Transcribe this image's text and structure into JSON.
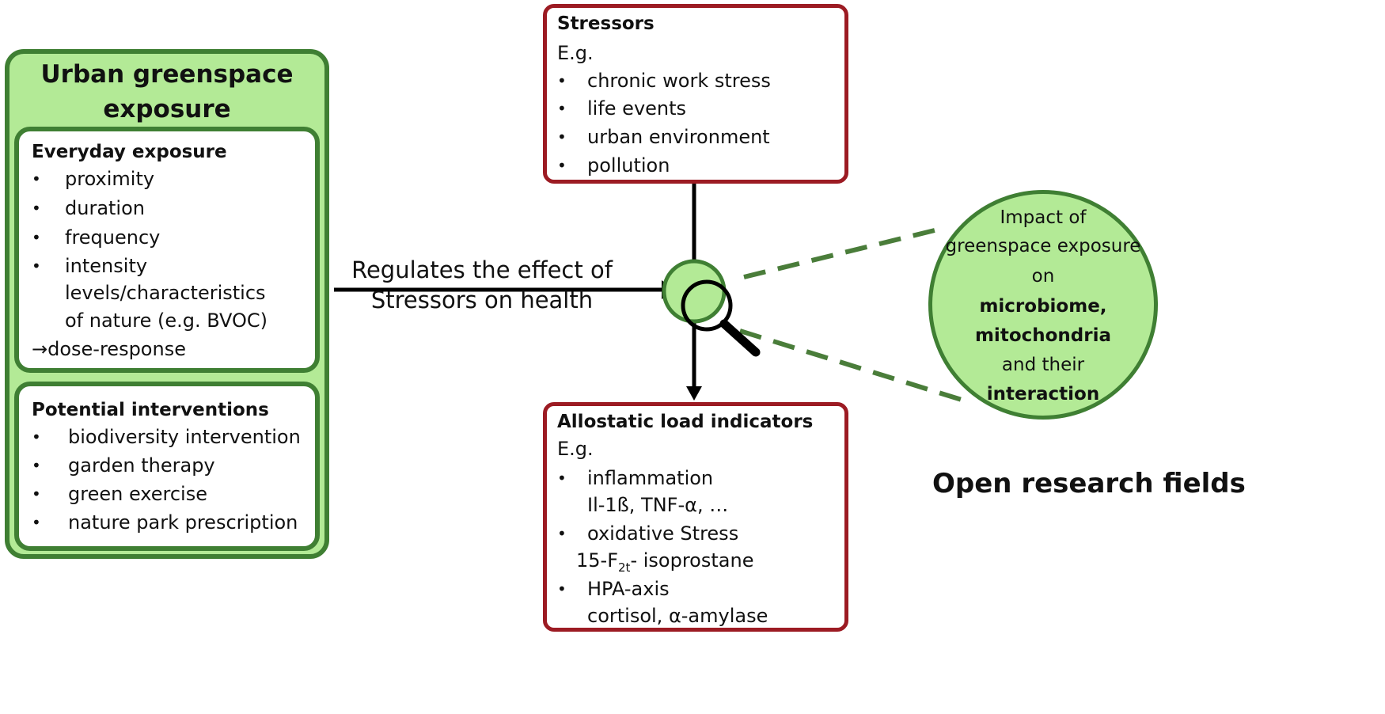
{
  "greenspace": {
    "title_line1": "Urban greenspace",
    "title_line2": "exposure",
    "everyday": {
      "heading": "Everyday exposure",
      "items": [
        "proximity",
        "duration",
        "frequency",
        "intensity"
      ],
      "extra_lines": [
        "levels/characteristics",
        "of nature (e.g. BVOC)"
      ],
      "dose_response": "→dose-response"
    },
    "interventions": {
      "heading": "Potential interventions",
      "items": [
        "biodiversity intervention",
        "garden therapy",
        "green exercise",
        "nature park prescription"
      ]
    }
  },
  "connector_label": {
    "line1": "Regulates the effect of",
    "line2": "Stressors on health"
  },
  "stressors": {
    "heading": "Stressors",
    "eg": "E.g.",
    "items": [
      "chronic work stress",
      "life events",
      "urban environment",
      "pollution"
    ]
  },
  "allostatic": {
    "heading": "Allostatic load indicators",
    "eg": "E.g.",
    "items": [
      {
        "label": "inflammation",
        "detail": "Il-1ß, TNF-α, …"
      },
      {
        "label": "oxidative Stress",
        "detail_prefix": "15-F",
        "detail_sub": "2t",
        "detail_suffix": "- isoprostane"
      },
      {
        "label": "HPA-axis",
        "detail": "cortisol, α-amylase"
      }
    ]
  },
  "research_circle": {
    "line1": "Impact of",
    "line2": "greenspace exposure",
    "line3": "on",
    "line4": "microbiome,",
    "line5": "mitochondria",
    "line6_plain": "and their",
    "line7": "interaction"
  },
  "open_research_label": "Open research fields",
  "colors": {
    "green_fill": "#b3ea96",
    "green_border": "#3f7f33",
    "red_border": "#9c1b23",
    "dashed_line": "#4a7d3a"
  },
  "bullet_symbol": "•"
}
